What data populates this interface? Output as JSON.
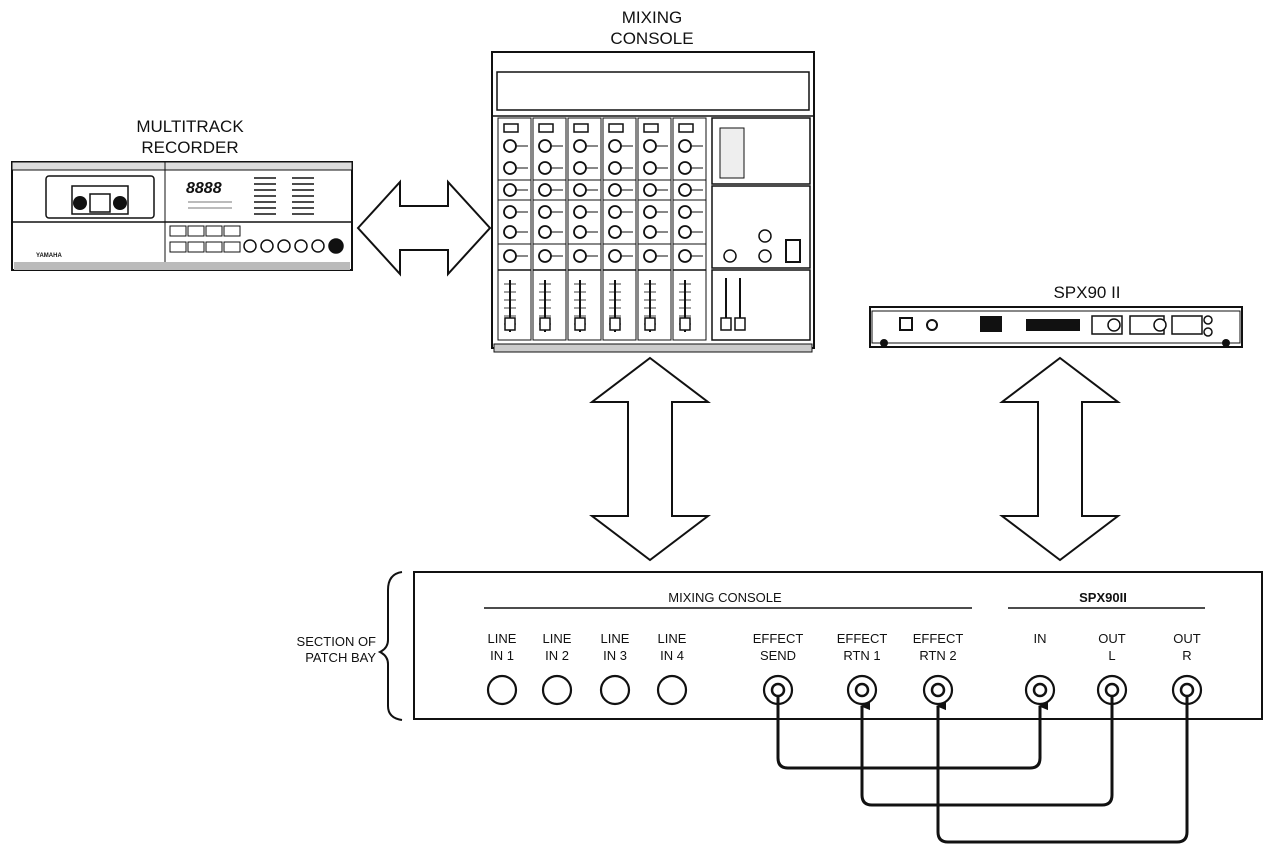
{
  "devices": {
    "recorder": {
      "title_1": "MULTITRACK",
      "title_2": "RECORDER",
      "counter": "8888",
      "brand": "YAMAHA"
    },
    "console": {
      "title_1": "MIXING",
      "title_2": "CONSOLE"
    },
    "spx": {
      "title": "SPX90 II"
    }
  },
  "patch_bay": {
    "side_label_1": "SECTION OF",
    "side_label_2": "PATCH BAY",
    "group_console": "MIXING CONSOLE",
    "group_spx": "SPX90II",
    "jacks": [
      {
        "line1": "LINE",
        "line2": "IN 1"
      },
      {
        "line1": "LINE",
        "line2": "IN 2"
      },
      {
        "line1": "LINE",
        "line2": "IN 3"
      },
      {
        "line1": "LINE",
        "line2": "IN 4"
      },
      {
        "line1": "EFFECT",
        "line2": "SEND"
      },
      {
        "line1": "EFFECT",
        "line2": "RTN 1"
      },
      {
        "line1": "EFFECT",
        "line2": "RTN 2"
      },
      {
        "line1": "IN",
        "line2": ""
      },
      {
        "line1": "OUT",
        "line2": "L"
      },
      {
        "line1": "OUT",
        "line2": "R"
      }
    ]
  },
  "connections": [
    {
      "from": "EFFECT SEND",
      "to": "IN"
    },
    {
      "from": "OUT L",
      "to": "EFFECT RTN 1"
    },
    {
      "from": "OUT R",
      "to": "EFFECT RTN 2"
    }
  ]
}
